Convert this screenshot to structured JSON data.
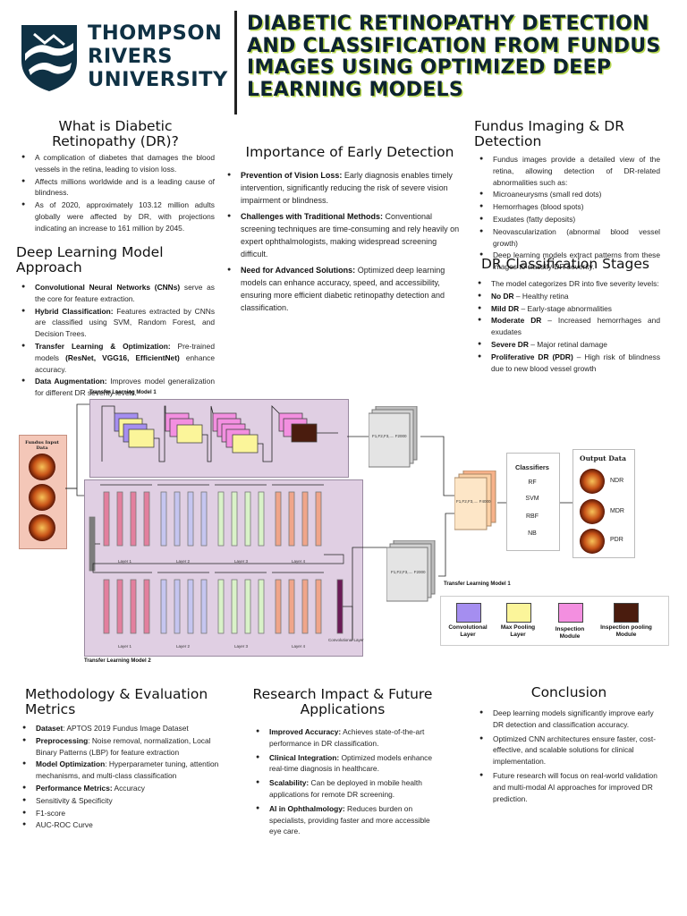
{
  "header": {
    "university_lines": [
      "THOMPSON",
      "RIVERS",
      "UNIVERSITY"
    ],
    "title": "DIABETIC RETINOPATHY DETECTION AND CLASSIFICATION FROM FUNDUS IMAGES USING OPTIMIZED DEEP LEARNING MODELS",
    "colors": {
      "navy": "#0f3144",
      "title_shadow": "#b8d84f"
    }
  },
  "what_is_dr": {
    "heading": "What is Diabetic Retinopathy (DR)?",
    "items": [
      "A complication of diabetes that damages the blood vessels in the retina, leading to vision loss.",
      "Affects millions worldwide and is a leading cause of blindness.",
      "As of 2020, approximately 103.12 million adults globally were affected by DR, with projections indicating an increase to 161 million by 2045."
    ]
  },
  "deep_learning": {
    "heading": "Deep Learning Model Approach",
    "items": [
      {
        "b": "Convolutional Neural Networks (CNNs)",
        "t": " serve as the core for feature extraction."
      },
      {
        "b": "Hybrid Classification:",
        "t": " Features extracted by CNNs are classified using SVM, Random Forest, and Decision Trees."
      },
      {
        "b": "Transfer Learning & Optimization:",
        "t": " Pre-trained models "
      },
      {
        "b": "Data Augmentation:",
        "t": " Improves model generalization for different DR severity levels."
      }
    ],
    "transfer_models": "(ResNet, VGG16, EfficientNet)",
    "transfer_tail": " enhance accuracy."
  },
  "early_detection": {
    "heading": "Importance of Early Detection",
    "items": [
      {
        "b": "Prevention of Vision Loss:",
        "t": " Early diagnosis enables timely intervention, significantly reducing the risk of severe vision impairment or blindness."
      },
      {
        "b": "Challenges with Traditional Methods:",
        "t": " Conventional screening techniques are time-consuming and rely heavily on expert ophthalmologists, making widespread screening difficult."
      },
      {
        "b": "Need for Advanced Solutions:",
        "t": " Optimized deep learning models can enhance accuracy, speed, and accessibility, ensuring more efficient diabetic retinopathy detection and classification."
      }
    ]
  },
  "fundus": {
    "heading": "Fundus Imaging & DR Detection",
    "items": [
      "Fundus images provide a detailed view of the retina, allowing detection of DR-related abnormalities such as:",
      "Microaneurysms (small red dots)",
      "Hemorrhages (blood spots)",
      "Exudates (fatty deposits)",
      "Neovascularization (abnormal blood vessel growth)",
      "Deep learning models extract patterns from these images to classify DR severity."
    ]
  },
  "stages": {
    "heading": "DR Classification Stages",
    "items": [
      {
        "b": "",
        "t": "The model categorizes DR into five severity levels:"
      },
      {
        "b": "No DR",
        "t": " – Healthy retina"
      },
      {
        "b": "Mild DR",
        "t": " – Early-stage abnormalities"
      },
      {
        "b": "Moderate DR",
        "t": " – Increased hemorrhages and exudates"
      },
      {
        "b": "Severe DR",
        "t": " – Major retinal damage"
      },
      {
        "b": "Proliferative DR (PDR)",
        "t": " – High risk of blindness due to new blood vessel growth"
      }
    ]
  },
  "diagram": {
    "tl_model_1_top": "Transfer Learning Model 1",
    "tl_model_1_right": "Transfer Learning Model 1",
    "tl_model_2": "Transfer Learning Model 2",
    "input_label": "Fundus Input Data",
    "features_1": "F1,F2,F3,.... F2000",
    "features_2": "F1,F2,F3,.... F2000",
    "features_merged": "F1,F2,F3,.... F4000",
    "classifiers_title": "Classifiers",
    "classifiers": [
      "RF",
      "SVM",
      "RBF",
      "NB"
    ],
    "output_title": "Output Data",
    "outputs": [
      "NDR",
      "MDR",
      "PDR"
    ],
    "layers_row1": [
      "Layer 1",
      "Layer 2",
      "Layer 3",
      "Layer 4"
    ],
    "layers_row2": [
      "Layer 1",
      "Layer 2",
      "Layer 3",
      "Layer 4"
    ],
    "conv_layer_note": "Convolutional Layer",
    "legend": [
      {
        "label": "Convolutional Layer",
        "color": "#a58ef0"
      },
      {
        "label": "Max Pooling Layer",
        "color": "#fbf59a"
      },
      {
        "label": "Inspection Module",
        "color": "#f38fe0"
      },
      {
        "label": "Inspection pooling Module",
        "color": "#4a1c0e"
      }
    ]
  },
  "methodology": {
    "heading": "Methodology & Evaluation Metrics",
    "items": [
      {
        "b": "Dataset",
        "t": ": APTOS 2019 Fundus Image Dataset"
      },
      {
        "b": "Preprocessing",
        "t": ": Noise removal, normalization, Local Binary Patterns (LBP) for feature extraction"
      },
      {
        "b": "Model Optimization",
        "t": ": Hyperparameter tuning, attention mechanisms, and multi-class classification"
      },
      {
        "b": "Performance Metrics:",
        "t": " Accuracy"
      },
      {
        "b": "",
        "t": "Sensitivity & Specificity"
      },
      {
        "b": "",
        "t": "F1-score"
      },
      {
        "b": "",
        "t": "AUC-ROC Curve"
      }
    ]
  },
  "research": {
    "heading": "Research Impact & Future Applications",
    "items": [
      {
        "b": "Improved Accuracy:",
        "t": " Achieves state-of-the-art performance in DR classification."
      },
      {
        "b": "Clinical Integration:",
        "t": " Optimized models enhance real-time diagnosis in healthcare."
      },
      {
        "b": "Scalability:",
        "t": " Can be deployed in mobile health applications for remote DR screening."
      },
      {
        "b": "AI in Ophthalmology:",
        "t": " Reduces burden on specialists, providing faster and more accessible eye care."
      }
    ]
  },
  "conclusion": {
    "heading": "Conclusion",
    "items": [
      "Deep learning models significantly improve early DR detection and classification accuracy.",
      "Optimized CNN architectures ensure faster, cost-effective, and scalable solutions for clinical implementation.",
      "Future research will focus on real-world validation and multi-modal AI approaches for improved DR prediction."
    ]
  }
}
